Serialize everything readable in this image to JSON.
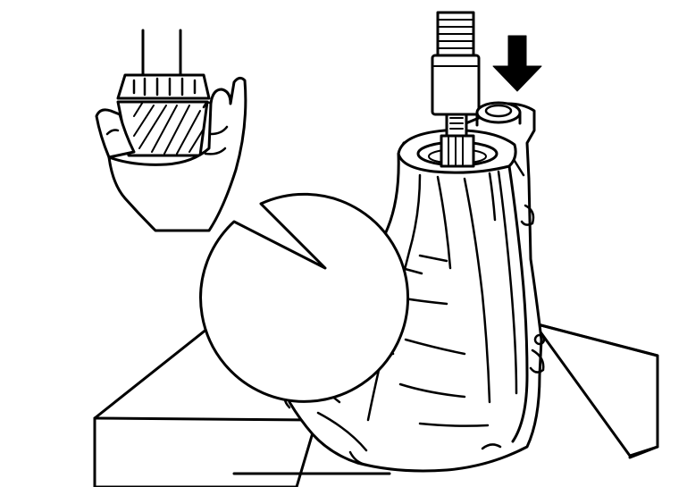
{
  "figure": {
    "colors": {
      "line": "#000000",
      "background": "#ffffff"
    },
    "parts": [
      "workbench",
      "transmission-case",
      "press-ram",
      "installer-tool",
      "bearing-seat",
      "press-direction-arrow",
      "detail-callout",
      "tapered-roller-bearing",
      "hand"
    ]
  }
}
